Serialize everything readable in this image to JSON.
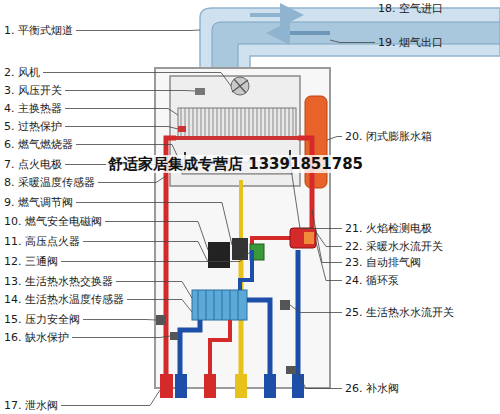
{
  "diagram": {
    "labels": [
      "1. 平衡式烟道",
      "2. 风机",
      "3. 风压开关",
      "4. 主换热器",
      "5. 过热保护",
      "6. 燃气燃烧器",
      "7. 点火电极",
      "8. 采暖温度传感器",
      "9. 燃气调节阀",
      "10. 燃气安全电磁阀",
      "11. 高压点火器",
      "12. 三通阀",
      "13. 生活热水热交换器",
      "14. 生活热水温度传感器",
      "15. 压力安全阀",
      "16. 缺水保护",
      "17. 泄水阀",
      "18. 空气进口",
      "19. 烟气出口",
      "20. 闭式膨胀水箱",
      "21. 火焰检测电极",
      "22. 采暖水水流开关",
      "23. 自动排气阀",
      "24. 循环泵",
      "25. 生活热水水流开关",
      "26. 补水阀",
      "舒适家居集成专营店 13391851785"
    ]
  }
}
